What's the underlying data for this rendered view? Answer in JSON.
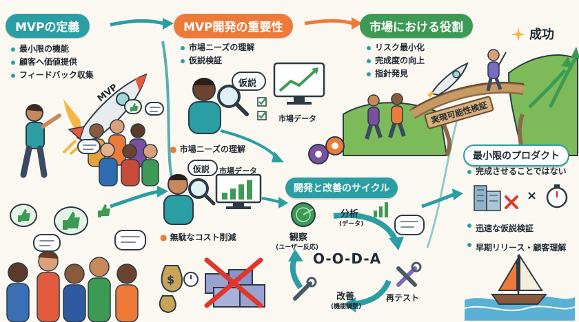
{
  "sections": {
    "mvp_definition": {
      "title": "MVPの定義",
      "items": [
        "最小限の機能",
        "顧客へ価値提供",
        "フィードバック収集"
      ],
      "rocket_label": "MVP"
    },
    "importance": {
      "title": "MVP開発の重要性",
      "items": [
        "市場ニーズの理解",
        "仮説検証"
      ],
      "hypothesis_bubble": "仮説",
      "market_data": "市場データ"
    },
    "market_role": {
      "title": "市場における役割",
      "items": [
        "リスク最小化",
        "完成度の向上",
        "指針発見"
      ],
      "bridge_label": "実現可能性検証",
      "success": "成功"
    },
    "needs": {
      "label": "市場ニーズの理解",
      "hypothesis_bubble": "仮説",
      "market_data": "市場データ",
      "cost_label": "無駄なコスト削減"
    },
    "cycle": {
      "title": "開発と改善のサイクル",
      "center": "O-O-D-A",
      "observe": "観察",
      "observe_sub": "(ユーザー反応)",
      "analyze": "分析",
      "analyze_sub": "(データ)",
      "retest": "再テスト",
      "improve": "改善",
      "improve_sub": "(機能調整)"
    },
    "minimal_product": {
      "title": "最小限のプロダクト",
      "items": [
        "完成させることではない",
        "迅速な仮説検証",
        "早期リリース・顧客理解"
      ]
    }
  },
  "colors": {
    "teal": "#2a9ea3",
    "orange": "#ee7a3a",
    "green": "#3d9a54",
    "ink": "#1f2a33"
  },
  "icons": [
    "rocket-icon",
    "thumbs-up-icon",
    "magnifier-icon",
    "chart-icon",
    "gear-icon",
    "radar-icon",
    "wrench-icon",
    "money-bag-icon",
    "box-icon",
    "building-icon",
    "stopwatch-icon",
    "sailboat-icon",
    "checkbox-icon"
  ]
}
